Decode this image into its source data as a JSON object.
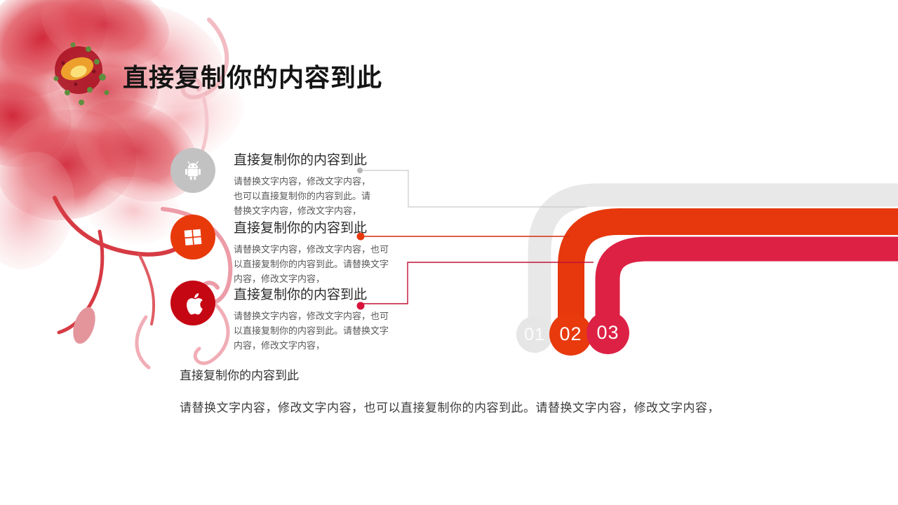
{
  "slide": {
    "title": "直接复制你的内容到此",
    "items": [
      {
        "icon": "android",
        "title": "直接复制你的内容到此",
        "body": "请替换文字内容，修改文字内容，也可以直接复制你的内容到此。请替换文字内容，修改文字内容，"
      },
      {
        "icon": "windows",
        "title": "直接复制你的内容到此",
        "body": "请替换文字内容，修改文字内容，也可以直接复制你的内容到此。请替换文字内容，修改文字内容，"
      },
      {
        "icon": "apple",
        "title": "直接复制你的内容到此",
        "body": "请替换文字内容，修改文字内容，也可以直接复制你的内容到此。请替换文字内容，修改文字内容，"
      }
    ],
    "steps": [
      {
        "label": "01",
        "color": "#E7E6E6"
      },
      {
        "label": "02",
        "color": "#E83A0D"
      },
      {
        "label": "03",
        "color": "#DD2145"
      }
    ],
    "footer": {
      "title": "直接复制你的内容到此",
      "body": "请替换文字内容，修改文字内容，也可以直接复制你的内容到此。请替换文字内容，修改文字内容，"
    },
    "colors": {
      "pipe_gray": "#E9E8E8",
      "pipe_orange": "#E6380C",
      "pipe_crimson": "#DD2145",
      "badge_gray": "#C2C2C2",
      "badge_orange": "#E8390B",
      "badge_red": "#C50713",
      "title_text": "#141414",
      "body_text": "#595959"
    }
  }
}
